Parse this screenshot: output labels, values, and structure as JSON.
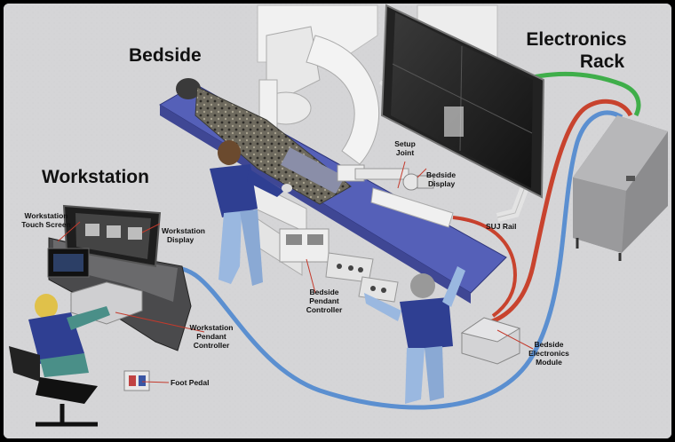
{
  "labels": {
    "electronics_rack": [
      "Electronics",
      "Rack"
    ],
    "bedside": "Bedside",
    "workstation": "Workstation",
    "setup_joint": [
      "Setup",
      "Joint"
    ],
    "bedside_display": [
      "Bedside",
      "Display"
    ],
    "suj_rail": "SUJ Rail",
    "workstation_touch_screen": [
      "Workstation",
      "Touch Screen"
    ],
    "workstation_display": [
      "Workstation",
      "Display"
    ],
    "bedside_pendant_controller": [
      "Bedside",
      "Pendant",
      "Controller"
    ],
    "workstation_pendant_controller": [
      "Workstation",
      "Pendant",
      "Controller"
    ],
    "bedside_electronics_module": [
      "Bedside",
      "Electronics",
      "Module"
    ],
    "foot_pedal": "Foot Pedal"
  },
  "colors": {
    "floor": "#d7d7d9",
    "cable_blue": "#5b8fd0",
    "cable_red": "#c8432e",
    "cable_green": "#3fae4a",
    "table": "#5560b8",
    "gown": "#2f3f92",
    "scrubs": "#9ab8e0",
    "equipment": "#e6e6e6"
  }
}
